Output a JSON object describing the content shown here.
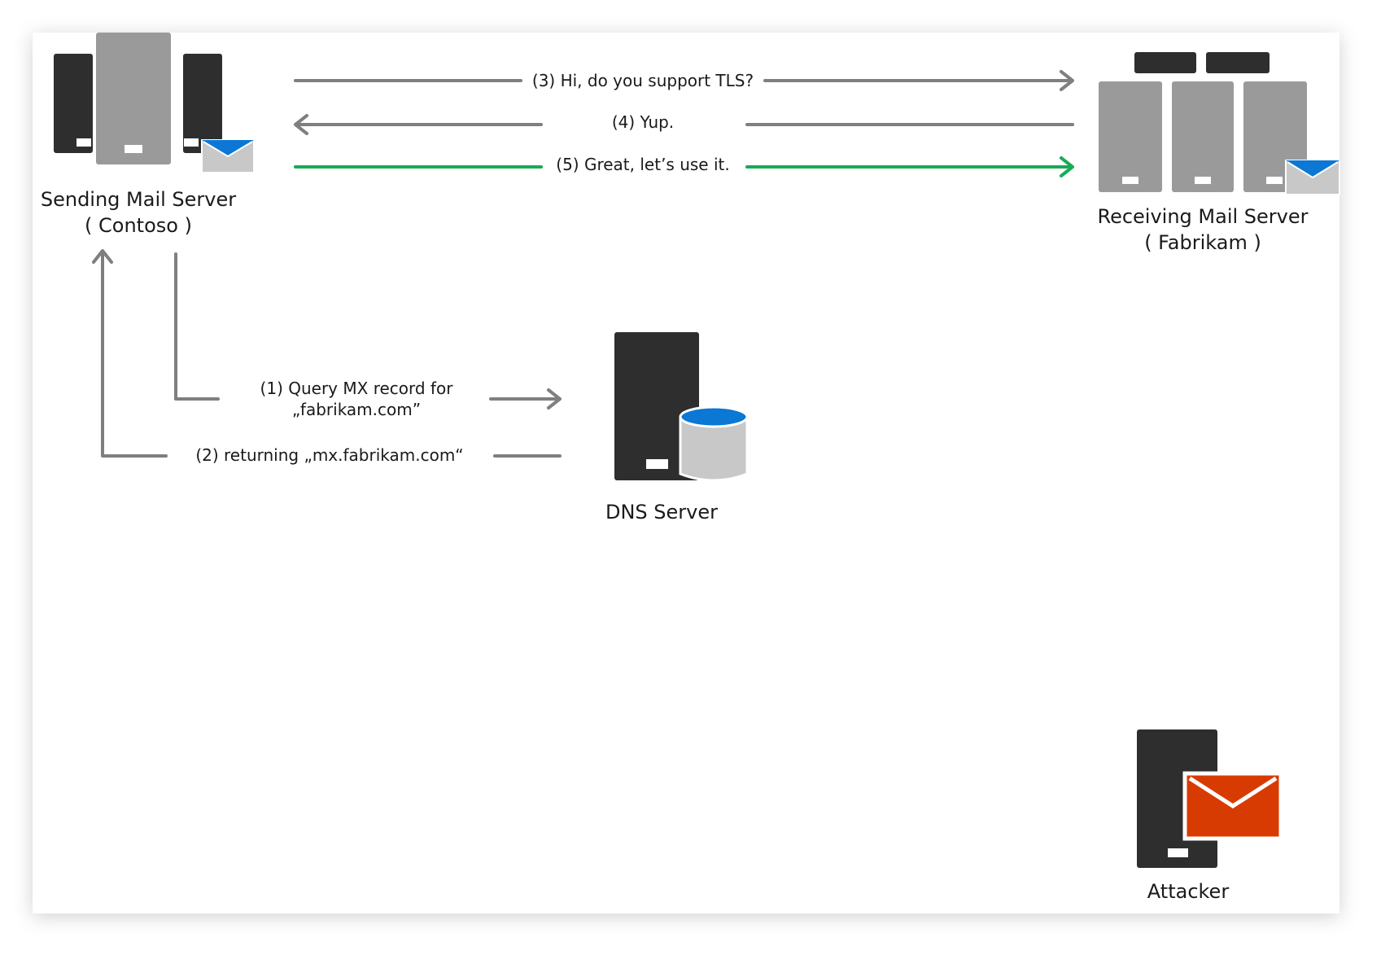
{
  "colors": {
    "dark": "#2e2e2e",
    "gray": "#9a9a9a",
    "arrow_gray": "#7f7f7f",
    "arrow_green": "#1aaa55",
    "blue": "#0a78d4",
    "orange_red": "#d83b01",
    "envelope_gray": "#c8c8c8"
  },
  "nodes": {
    "sending": {
      "name": "Sending Mail Server",
      "sub": "( Contoso )"
    },
    "receiving": {
      "name": "Receiving Mail Server",
      "sub": "( Fabrikam )"
    },
    "dns": {
      "name": "DNS Server"
    },
    "attacker": {
      "name": "Attacker"
    }
  },
  "messages": {
    "m1_line1": "(1) Query MX record for",
    "m1_line2": "„fabrikam.com”",
    "m2": "(2) returning „mx.fabrikam.com“",
    "m3": "(3) Hi, do you support TLS?",
    "m4": "(4) Yup.",
    "m5": "(5) Great, let’s use it."
  }
}
